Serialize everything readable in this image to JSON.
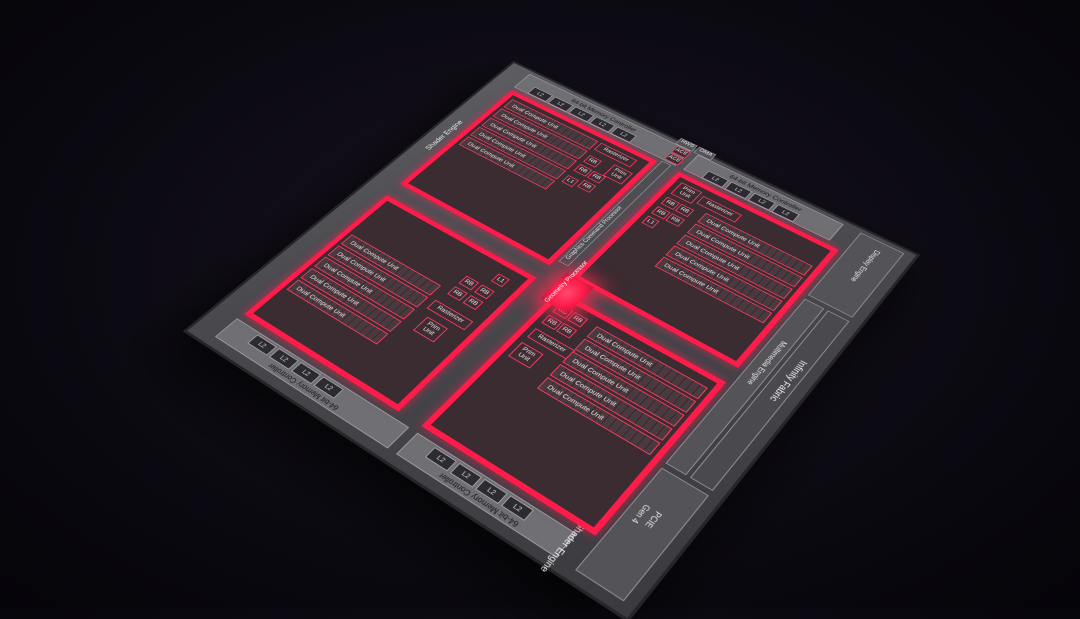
{
  "memory_controllers": {
    "top": {
      "label": "64-bit Memory Controller",
      "l2": [
        "L2",
        "L2",
        "L2",
        "L2",
        "L2"
      ]
    },
    "right_top": {
      "label": "64-bit Memory Controller",
      "l2": [
        "L2",
        "L2",
        "L2",
        "L2"
      ]
    },
    "bottom": {
      "label": "64-bit Memory Controller",
      "l2": [
        "L2",
        "L2",
        "L2",
        "L2"
      ]
    },
    "left": {
      "label": "64-bit Memory Controller",
      "l2": [
        "L2",
        "L2",
        "L2",
        "L2"
      ]
    }
  },
  "shader_engine_label": "Shader Engine",
  "dual_compute_unit": "Dual Compute Unit",
  "blocks": {
    "rasterizer": "Rasterizer",
    "prim_unit": "Prim Unit",
    "rb": "RB",
    "l1": "L1",
    "ace": "ACE",
    "hws": "HWS",
    "dma": "DMA"
  },
  "geometry_processor": "Geometry Processor",
  "graphics_command_processor": "Graphics Command Processor",
  "side_blocks": {
    "display_engine": "Display Engine",
    "multimedia_engine": "Multimedia Engine",
    "infinity_fabric": "Infinity Fabric",
    "pcie": "PCIE",
    "pcie_gen": "Gen 4"
  },
  "colors": {
    "accent": "#ff1c4a",
    "die": "#4a4a4f",
    "background": "#0c0a12"
  }
}
